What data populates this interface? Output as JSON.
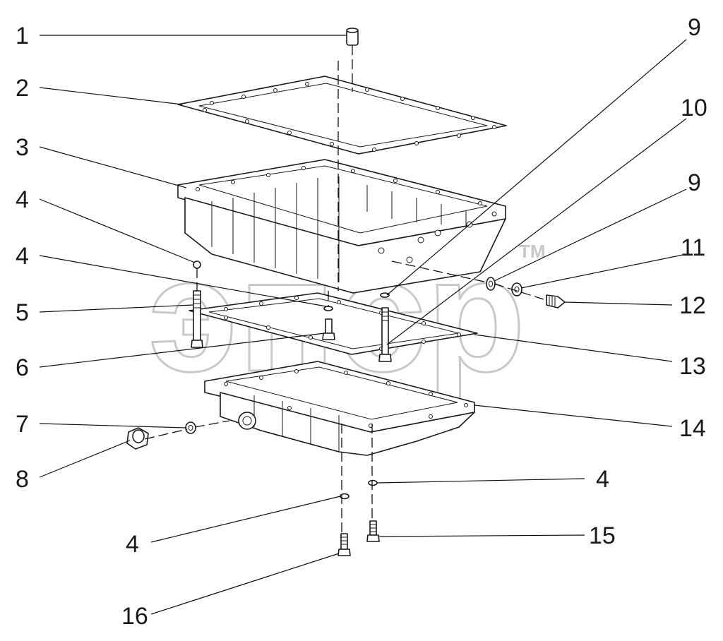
{
  "watermark": {
    "text": "эпср",
    "tm": "TM"
  },
  "callouts": [
    {
      "label": "1"
    },
    {
      "label": "2"
    },
    {
      "label": "3"
    },
    {
      "label": "4"
    },
    {
      "label": "4"
    },
    {
      "label": "5"
    },
    {
      "label": "6"
    },
    {
      "label": "7"
    },
    {
      "label": "8"
    },
    {
      "label": "9"
    },
    {
      "label": "10"
    },
    {
      "label": "9"
    },
    {
      "label": "11"
    },
    {
      "label": "12"
    },
    {
      "label": "13"
    },
    {
      "label": "14"
    },
    {
      "label": "4"
    },
    {
      "label": "15"
    },
    {
      "label": "4"
    },
    {
      "label": "16"
    }
  ]
}
